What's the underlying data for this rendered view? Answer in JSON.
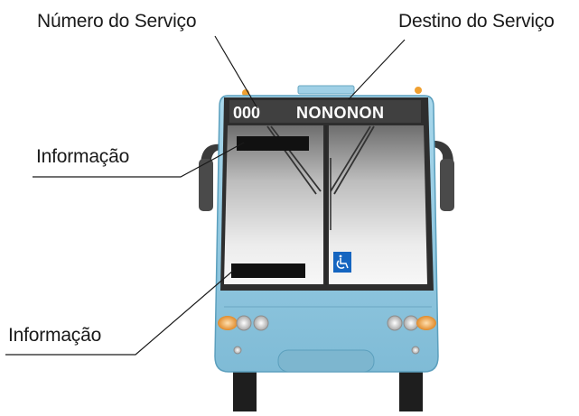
{
  "labels": {
    "service_number": "Número do Serviço",
    "service_destination": "Destino do Serviço",
    "info_top": "Informação",
    "info_bottom": "Informação"
  },
  "sign": {
    "number": "000",
    "destination": "NONONON"
  },
  "icons": {
    "accessibility": "wheelchair-icon"
  },
  "colors": {
    "bus_body": "#8fc8df",
    "bus_body_dark": "#5b9fbd",
    "windshield_light": "#f4f4f4",
    "windshield_dark": "#8a8a8a",
    "sign_bg": "#3c3c3c",
    "accessibility_blue": "#1565c0"
  }
}
